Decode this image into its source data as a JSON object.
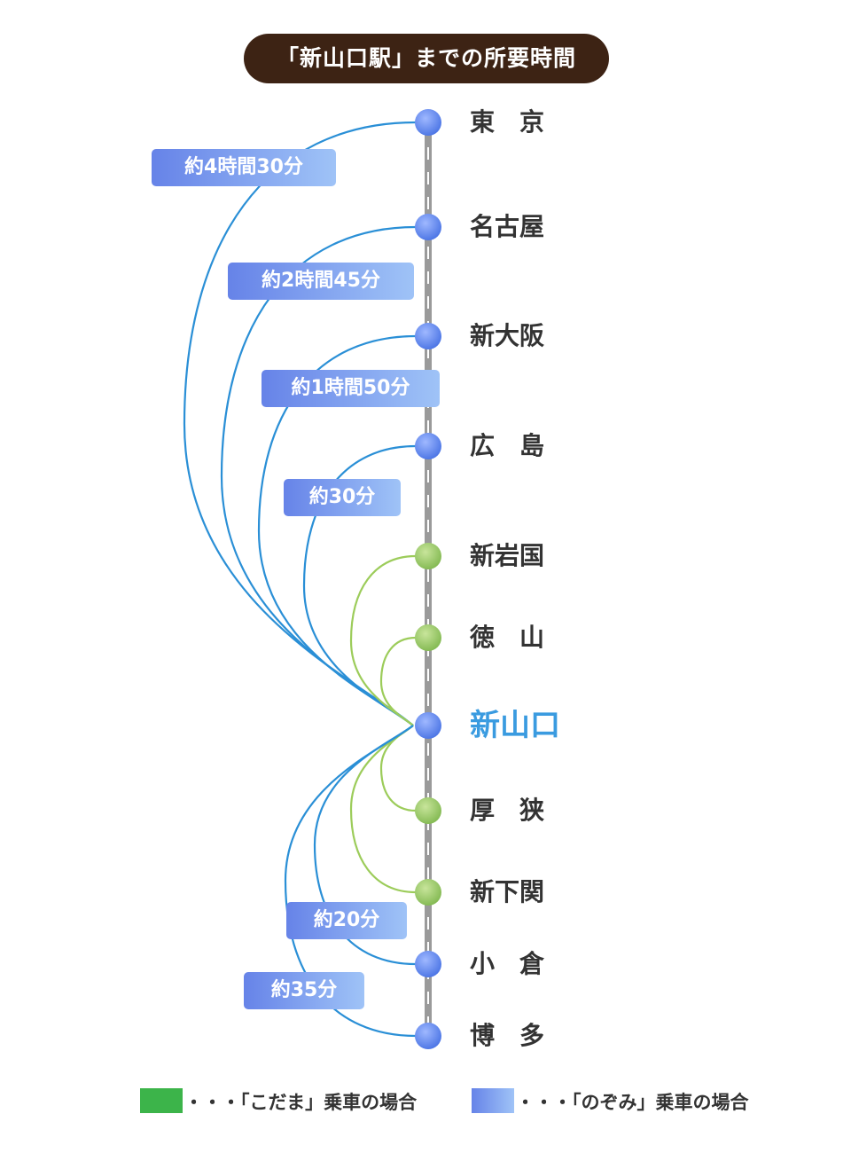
{
  "title": "「新山口駅」までの所要時間",
  "hub": "新山口",
  "stations": [
    {
      "name": "東　京",
      "line": "nozomi"
    },
    {
      "name": "名古屋",
      "line": "nozomi"
    },
    {
      "name": "新大阪",
      "line": "nozomi"
    },
    {
      "name": "広　島",
      "line": "nozomi"
    },
    {
      "name": "新岩国",
      "line": "kodama"
    },
    {
      "name": "徳　山",
      "line": "kodama"
    },
    {
      "name": "新山口",
      "line": "hub"
    },
    {
      "name": "厚　狭",
      "line": "kodama"
    },
    {
      "name": "新下関",
      "line": "kodama"
    },
    {
      "name": "小　倉",
      "line": "nozomi"
    },
    {
      "name": "博　多",
      "line": "nozomi"
    }
  ],
  "times": [
    {
      "from": "東　京",
      "label": "約4時間30分"
    },
    {
      "from": "名古屋",
      "label": "約2時間45分"
    },
    {
      "from": "新大阪",
      "label": "約1時間50分"
    },
    {
      "from": "広　島",
      "label": "約30分"
    },
    {
      "from": "小　倉",
      "label": "約20分"
    },
    {
      "from": "博　多",
      "label": "約35分"
    }
  ],
  "legend": {
    "kodama": {
      "label": "・・・「こだま」乗車の場合",
      "color": "#3cb44a"
    },
    "nozomi": {
      "label": "・・・「のぞみ」乗車の場合",
      "color": "#6683e8"
    }
  },
  "colors": {
    "nozomi_line": "#2a8fd6",
    "kodama_line": "#9ccc5a",
    "track": "#9a9a9a",
    "title_bg": "#3d2314",
    "hub_text": "#3a9be0"
  }
}
